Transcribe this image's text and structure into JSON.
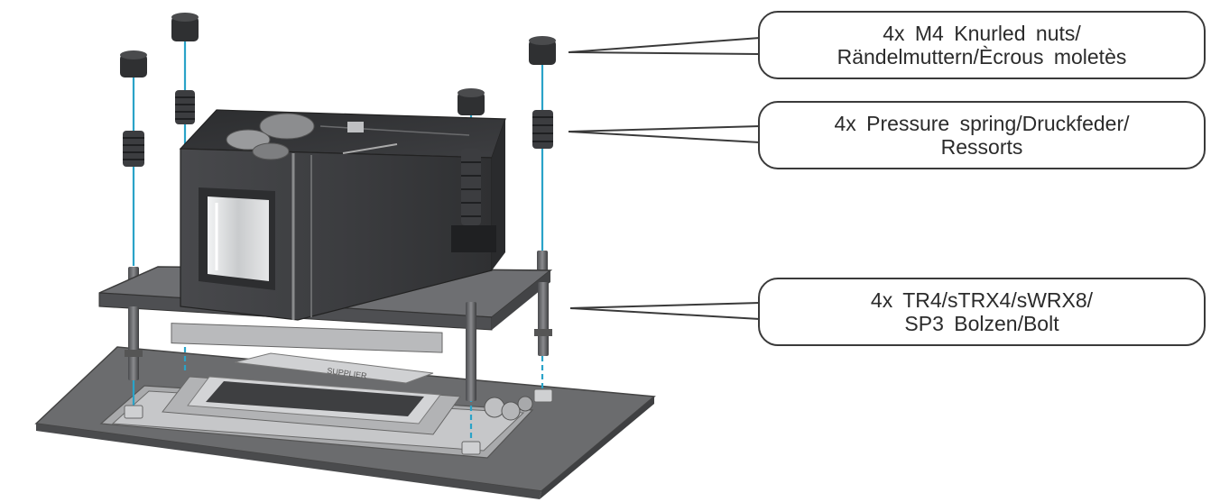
{
  "callouts": {
    "nuts": {
      "line1": "4x  M4  Knurled  nuts/",
      "line2": "Rändelmuttern/Ècrous  moletès"
    },
    "springs": {
      "line1": "4x  Pressure  spring/Druckfeder/",
      "line2": "Ressorts"
    },
    "bolts": {
      "line1": "4x  TR4/sTRX4/sWRX8/",
      "line2": "SP3  Bolzen/Bolt"
    }
  },
  "product_markings": {
    "frame_label": "SUPPLIER"
  },
  "colors": {
    "guide_line": "#2aa3c8",
    "part_dark": "#3a3b3d",
    "plate": "#5f6063",
    "base": "#6b6c6e",
    "frame": "#c6c7c9",
    "outline": "#3a3a3a"
  }
}
